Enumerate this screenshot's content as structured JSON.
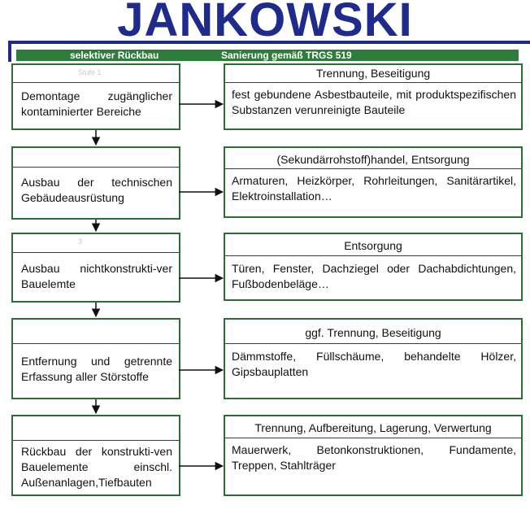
{
  "header": {
    "brand": "JANKOWSKI",
    "band_left": "selektiver Rückbau",
    "band_right": "Sanierung gemäß TRGS 519"
  },
  "steps": [
    {
      "left_faint": "Stufe 1",
      "left_text": "Demontage zugänglicher kontaminierter Bereiche",
      "right_head": "Trennung, Beseitigung",
      "right_text": "fest gebundene Asbestbauteile, mit produktspezifischen Substanzen verunreinigte Bauteile"
    },
    {
      "left_faint": "",
      "left_text": "Ausbau der technischen Gebäudeausrüstung",
      "right_head": "(Sekundärrohstoff)handel, Entsorgung",
      "right_text": "Armaturen, Heizkörper, Rohrleitungen, Sanitärartikel, Elektroinstallation…"
    },
    {
      "left_faint": "3",
      "left_text": "Ausbau nichtkonstrukti-ver Bauelemte",
      "right_head": "Entsorgung",
      "right_text": "Türen, Fenster, Dachziegel oder Dachabdichtungen, Fußbodenbeläge…"
    },
    {
      "left_faint": "",
      "left_text": "Entfernung und getrennte Erfassung aller Störstoffe",
      "right_head": "ggf. Trennung, Beseitigung",
      "right_text": "Dämmstoffe, Füllschäume, behandelte Hölzer, Gipsbauplatten"
    },
    {
      "left_faint": "",
      "left_text": "Rückbau der konstrukti-ven Bauelemente einschl. Außenanlagen,Tiefbauten",
      "right_head": "Trennung, Aufbereitung, Lagerung, Verwertung",
      "right_text": "Mauerwerk, Betonkonstruktionen, Fundamente, Treppen, Stahlträger"
    }
  ]
}
